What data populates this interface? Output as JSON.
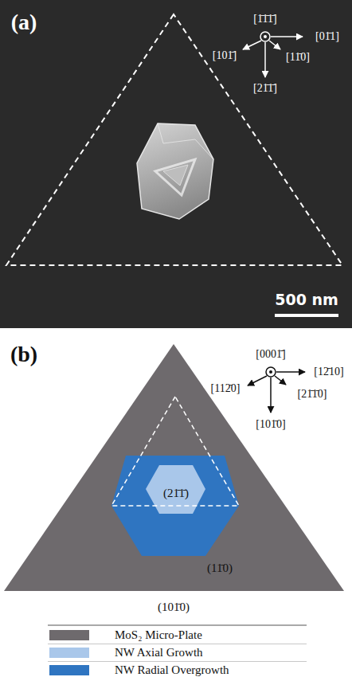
{
  "diagram": {
    "labels": [
      "(a)",
      "[1̄1̄1̄]",
      "[01̄1]",
      "[101̄]",
      "[11̄0]",
      "[21̄1̄]",
      "500 nm",
      "(b)",
      "[0001̄]",
      "[12̄10]",
      "[112̄0]",
      "[21̄1̄0]",
      "[101̄0]",
      "(21̄1̄)",
      "(11̄0)",
      "(101̄0)"
    ],
    "legend": [
      {
        "text": "MoS₂ Micro-Plate",
        "color": "#6e6a6d"
      },
      {
        "text": "NW Axial Growth",
        "color": "#a9c7ea"
      },
      {
        "text": "NW Radial Overgrowth",
        "color": "#2f75c1"
      }
    ]
  }
}
